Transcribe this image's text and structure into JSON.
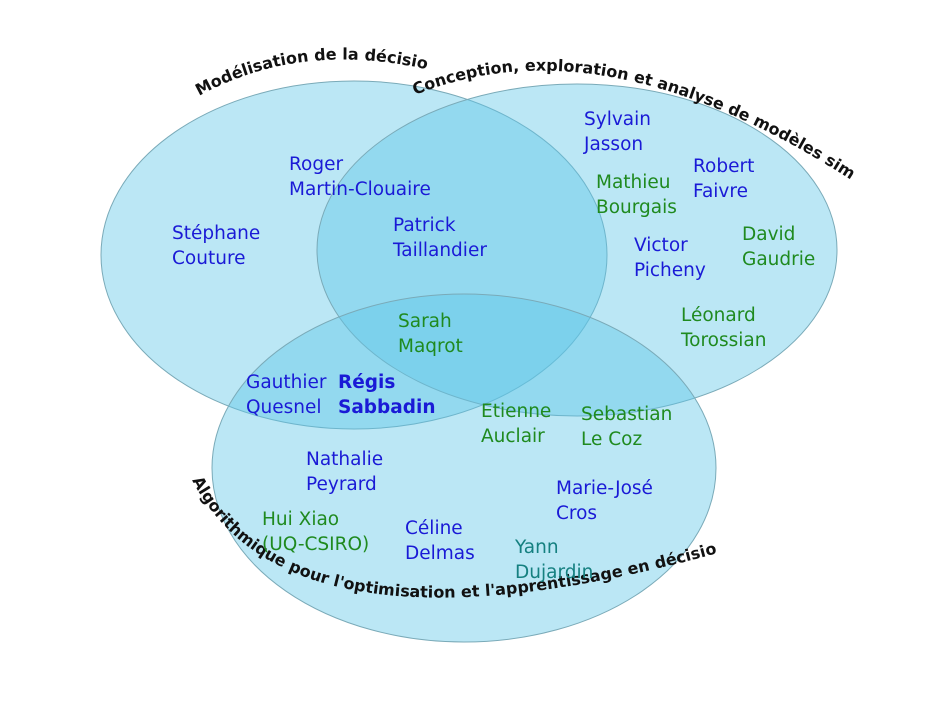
{
  "circles": [
    {
      "label": "Modélisation de la décision",
      "color": "#a8e0f0"
    },
    {
      "label": "Conception, exploration et analyse de modèles simulés",
      "color": "#a8e0f0"
    },
    {
      "label": "Algorithmique pour l'optimisation et l'apprentissage en décision spatialisée",
      "color": "#a8e0f0"
    }
  ],
  "people": [
    {
      "first": "Roger",
      "last": "Martin-Clouaire"
    },
    {
      "first": "Stéphane",
      "last": "Couture"
    },
    {
      "first": "Patrick",
      "last": "Taillandier"
    },
    {
      "first": "Sylvain",
      "last": "Jasson"
    },
    {
      "first": "Robert",
      "last": "Faivre"
    },
    {
      "first": "Mathieu",
      "last": "Bourgais"
    },
    {
      "first": "Victor",
      "last": "Picheny"
    },
    {
      "first": "David",
      "last": "Gaudrie"
    },
    {
      "first": "Léonard",
      "last": "Torossian"
    },
    {
      "first": "Sarah",
      "last": "Maqrot"
    },
    {
      "first": "Gauthier",
      "last": "Quesnel"
    },
    {
      "first": "Régis",
      "last": "Sabbadin"
    },
    {
      "first": "Etienne",
      "last": "Auclair"
    },
    {
      "first": "Sebastian",
      "last": "Le Coz"
    },
    {
      "first": "Nathalie",
      "last": "Peyrard"
    },
    {
      "first": "Marie-José",
      "last": "Cros"
    },
    {
      "first": "Hui Xiao",
      "last": "(UQ-CSIRO)"
    },
    {
      "first": "Céline",
      "last": "Delmas"
    },
    {
      "first": "Yann",
      "last": "Dujardin"
    }
  ],
  "colors": {
    "blue": "#1a1ad6",
    "green": "#1f8a1f",
    "teal": "#158080",
    "circle_stroke": "#7aaab8"
  }
}
